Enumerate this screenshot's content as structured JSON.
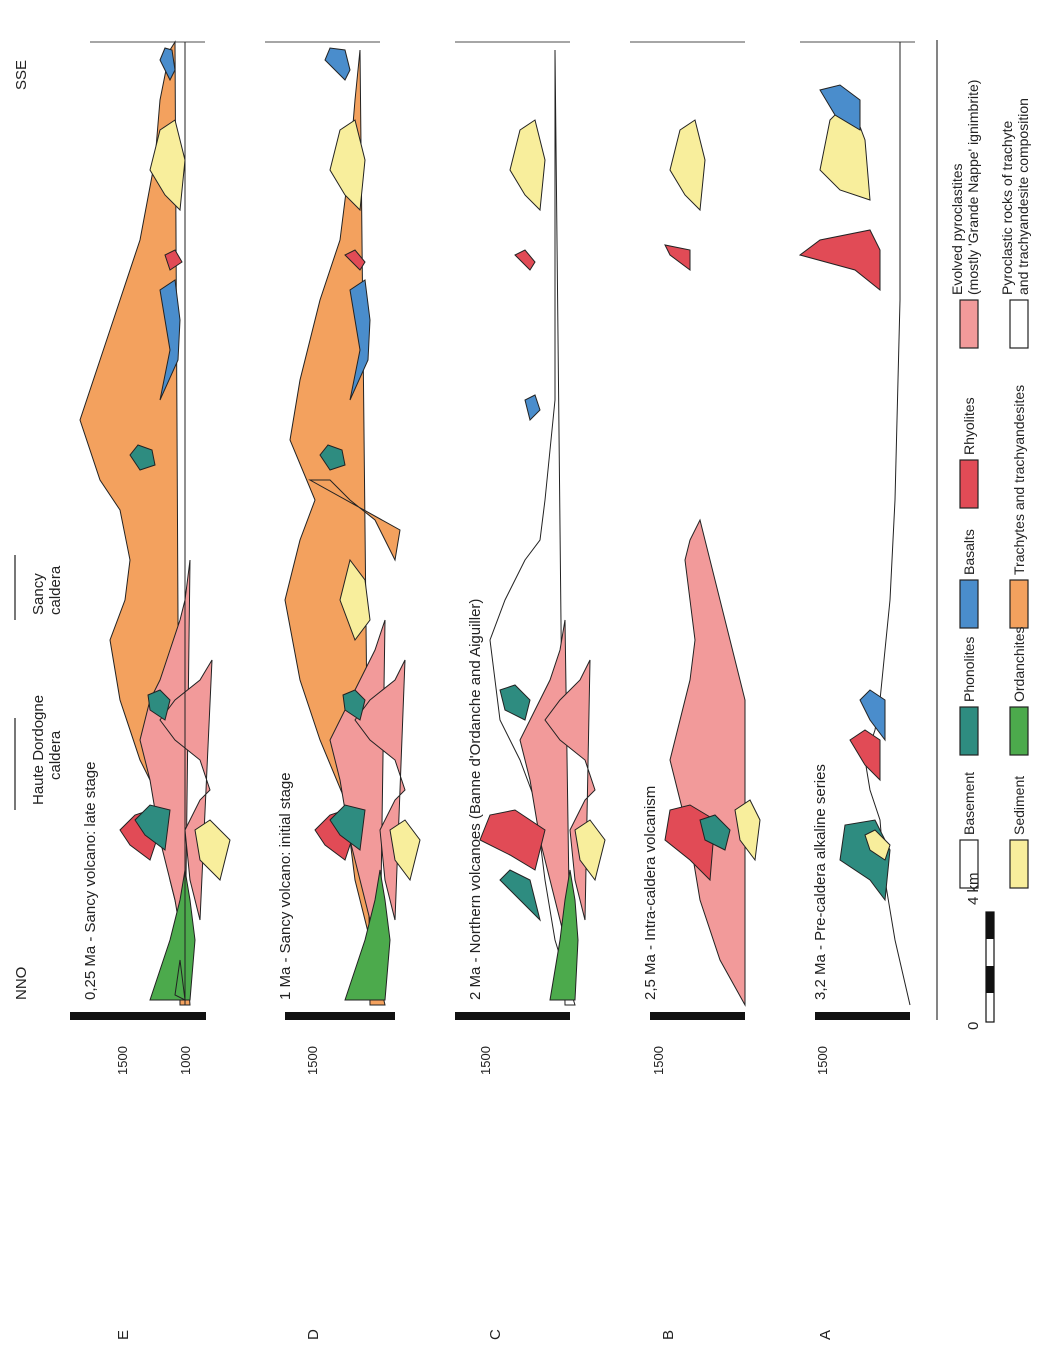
{
  "figure": {
    "direction_start": "NNO",
    "direction_end": "SSE",
    "caldera_haute_line1": "Haute Dordogne",
    "caldera_haute_line2": "caldera",
    "caldera_sancy_line1": "Sancy",
    "caldera_sancy_line2": "caldera",
    "scale_zero": "0",
    "scale_km": "4 km"
  },
  "panels": [
    {
      "letter": "E",
      "title": "0,25 Ma - Sancy volcano: late stage",
      "elev_top": "1500",
      "elev_bottom": "1000"
    },
    {
      "letter": "D",
      "title": "1 Ma - Sancy volcano: initial stage",
      "elev_top": "1500"
    },
    {
      "letter": "C",
      "title": "2 Ma - Northern volcanoes (Banne d'Ordanche and Aiguiller)",
      "elev_top": "1500"
    },
    {
      "letter": "B",
      "title": "2,5 Ma - Intra-caldera volcanism",
      "elev_top": "1500"
    },
    {
      "letter": "A",
      "title": "3,2 Ma - Pre-caldera alkaline series",
      "elev_top": "1500"
    }
  ],
  "legend": [
    {
      "label": "Basement",
      "color": "#ffffff"
    },
    {
      "label": "Sediment",
      "color": "#f8ee9c"
    },
    {
      "label": "Phonolites",
      "color": "#2e8c80"
    },
    {
      "label": "Ordanchites",
      "color": "#4caa4c"
    },
    {
      "label": "Basalts",
      "color": "#4a8dcc"
    },
    {
      "label": "Trachytes and trachyandesites",
      "color": "#f3a15e"
    },
    {
      "label": "Rhyolites",
      "color": "#e14b56"
    },
    {
      "label": "Evolved pyroclastites",
      "label2": "(mostly 'Grande Nappe' ignimbrite)",
      "color": "#f29a9a"
    },
    {
      "label": "Pyroclastic rocks of trachyte",
      "label2": "and trachyandesite composition",
      "color": "#ffffff"
    }
  ]
}
